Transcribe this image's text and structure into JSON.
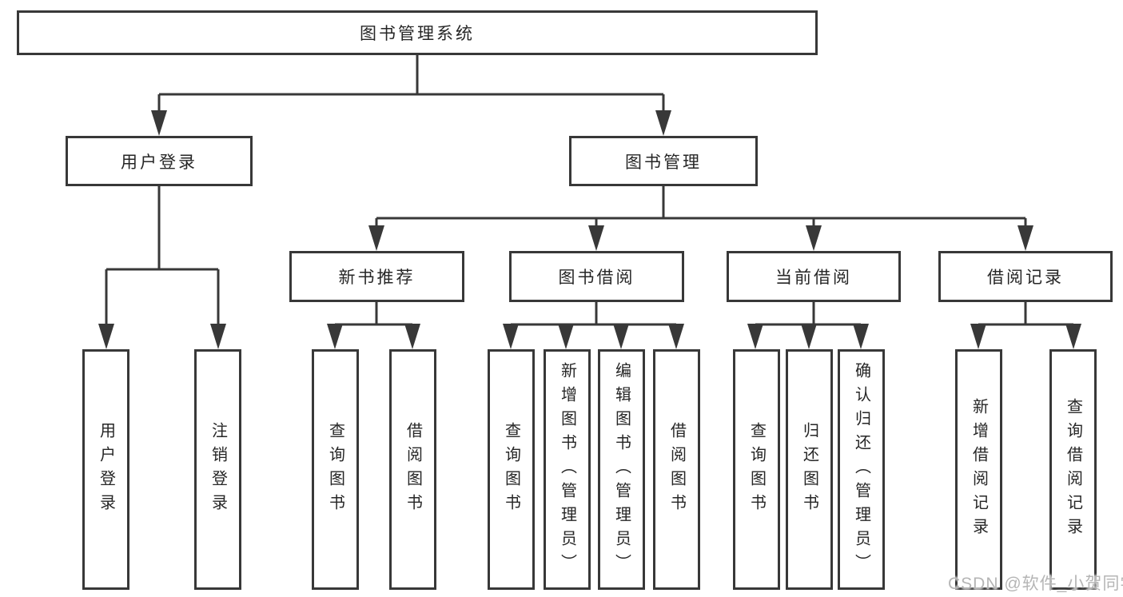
{
  "tree": {
    "label": "图书管理系统",
    "children": [
      {
        "label": "用户登录",
        "children": [
          {
            "label": "用户登录"
          },
          {
            "label": "注销登录"
          }
        ]
      },
      {
        "label": "图书管理",
        "children": [
          {
            "label": "新书推荐",
            "children": [
              {
                "label": "查询图书"
              },
              {
                "label": "借阅图书"
              }
            ]
          },
          {
            "label": "图书借阅",
            "children": [
              {
                "label": "查询图书"
              },
              {
                "label": "新增图书（管理员）"
              },
              {
                "label": "编辑图书（管理员）"
              },
              {
                "label": "借阅图书"
              }
            ]
          },
          {
            "label": "当前借阅",
            "children": [
              {
                "label": "查询图书"
              },
              {
                "label": "归还图书"
              },
              {
                "label": "确认归还（管理员）"
              }
            ]
          },
          {
            "label": "借阅记录",
            "children": [
              {
                "label": "新增借阅记录"
              },
              {
                "label": "查询借阅记录"
              }
            ]
          }
        ]
      }
    ]
  },
  "watermark": "CSDN @软件_小贺同学",
  "colors": {
    "line": "#383838",
    "box_border": "#383838",
    "text": "#262626",
    "watermark": "#b5b5b5",
    "background": "#ffffff"
  }
}
